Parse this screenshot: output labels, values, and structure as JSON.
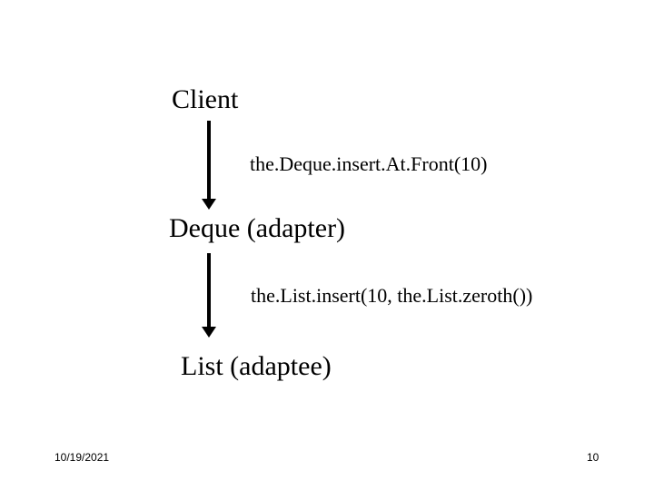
{
  "nodes": {
    "client": "Client",
    "deque": "Deque (adapter)",
    "list": "List (adaptee)"
  },
  "edges": {
    "client_to_deque": "the.Deque.insert.At.Front(10)",
    "deque_to_list": "the.List.insert(10, the.List.zeroth())"
  },
  "footer": {
    "date": "10/19/2021",
    "page_number": "10"
  },
  "colors": {
    "text": "#000000",
    "arrow": "#000000",
    "background": "#ffffff"
  }
}
